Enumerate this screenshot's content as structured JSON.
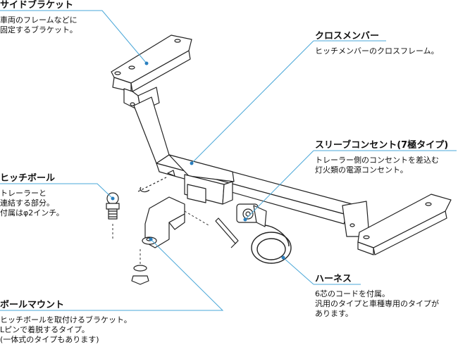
{
  "labels": {
    "side_bracket": {
      "title": "サイドブラケット",
      "desc": [
        "車両のフレームなどに",
        "固定するブラケット。"
      ]
    },
    "cross_member": {
      "title": "クロスメンバー",
      "desc": [
        "ヒッチメンバーのクロスフレーム。"
      ]
    },
    "sleeve_outlet": {
      "title": "スリーブコンセント(7極タイプ)",
      "desc": [
        "トレーラー側のコンセントを差込む",
        "灯火類の電源コンセント。"
      ]
    },
    "hitch_ball": {
      "title": "ヒッチボール",
      "desc": [
        "トレーラーと",
        "連結する部分。",
        "付属はφ2インチ。"
      ]
    },
    "harness": {
      "title": "ハーネス",
      "desc": [
        "6芯のコードを付属。",
        "汎用のタイプと車種専用のタイプが",
        "あります。"
      ]
    },
    "ball_mount": {
      "title": "ボールマウント",
      "desc": [
        "ヒッチボールを取付けるブラケット。",
        "Lピンで着脱するタイプ。",
        "(一体式のタイプもあります)"
      ]
    }
  },
  "colors": {
    "accent_line": "#4aa7d8",
    "drawing_stroke": "#222222",
    "dot": "#2a7fbf"
  }
}
